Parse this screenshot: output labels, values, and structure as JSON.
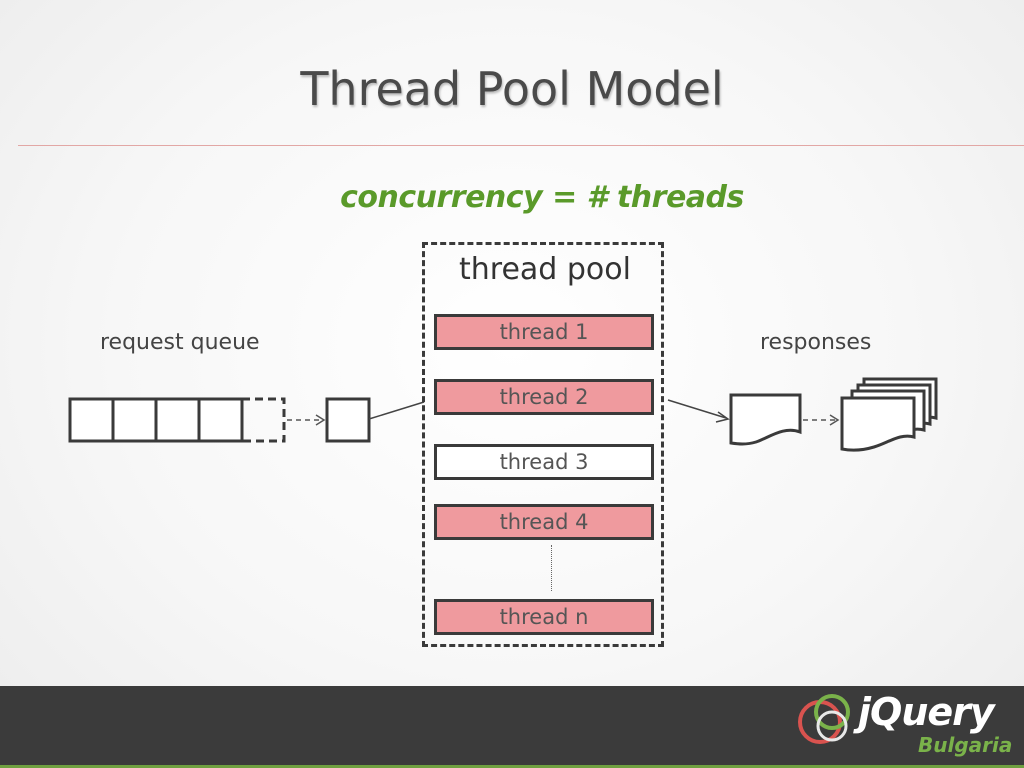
{
  "slide": {
    "title": "Thread Pool Model",
    "subtitle": "concurrency = # threads"
  },
  "diagram": {
    "request_queue_label": "request queue",
    "responses_label": "responses",
    "pool_label": "thread pool",
    "threads": [
      {
        "label": "thread 1",
        "state": "busy"
      },
      {
        "label": "thread 2",
        "state": "busy"
      },
      {
        "label": "thread 3",
        "state": "idle"
      },
      {
        "label": "thread 4",
        "state": "busy"
      },
      {
        "label": "thread n",
        "state": "busy"
      }
    ],
    "colors": {
      "busy": "#ef9a9e",
      "idle": "#ffffff",
      "subtitle": "#5a9a2a",
      "footer": "#3b3b3b"
    }
  },
  "logo": {
    "name": "jQuery",
    "sub": "Bulgaria"
  }
}
